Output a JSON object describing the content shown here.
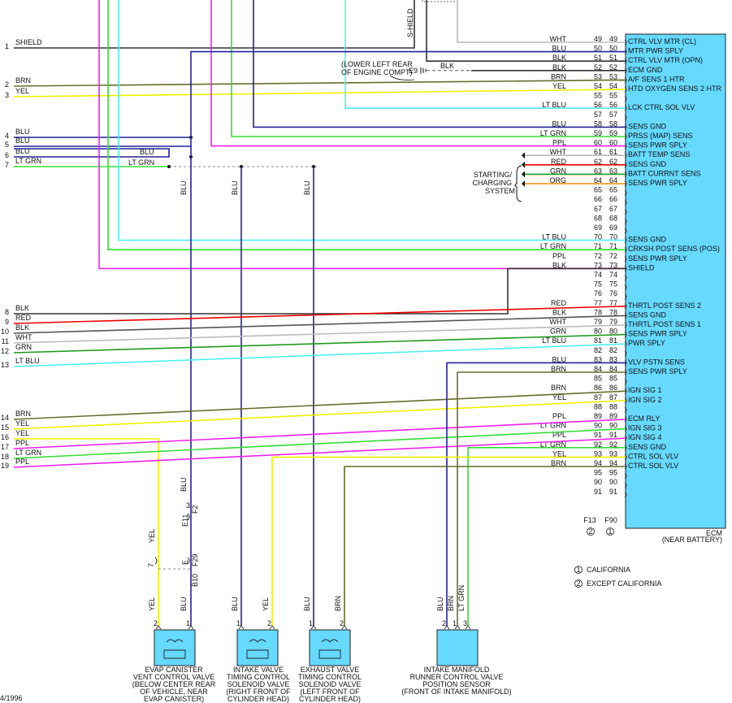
{
  "ecm": {
    "title": "ECM",
    "subtitle": "(NEAR BATTERY)",
    "fill": "#66d9ff",
    "functions": [
      {
        "pin": "49",
        "text": "CTRL VLV MTR (CL)"
      },
      {
        "pin": "50",
        "text": "MTR PWR SPLY"
      },
      {
        "pin": "51",
        "text": "CTRL VLV MTR (OPN)"
      },
      {
        "pin": "52",
        "text": "ECM GND"
      },
      {
        "pin": "53",
        "text": "A/F SENS 1 HTR"
      },
      {
        "pin": "54",
        "text": "HTD OXYGEN SENS 2 HTR"
      },
      {
        "pin": "56",
        "text": "LCK CTRL SOL VLV"
      },
      {
        "pin": "58",
        "text": "SENS GND"
      },
      {
        "pin": "59",
        "text": "PRSS (MAP) SENS"
      },
      {
        "pin": "60",
        "text": "SENS PWR SPLY"
      },
      {
        "pin": "61",
        "text": "BATT TEMP SENS"
      },
      {
        "pin": "62",
        "text": "SENS GND"
      },
      {
        "pin": "63",
        "text": "BATT CURRNT SENS"
      },
      {
        "pin": "64",
        "text": "SENS PWR SPLY"
      },
      {
        "pin": "70",
        "text": "SENS GND"
      },
      {
        "pin": "71",
        "text": "CRKSH POST SENS (POS)"
      },
      {
        "pin": "72",
        "text": "SENS PWR SPLY"
      },
      {
        "pin": "73",
        "text": "SHIELD"
      },
      {
        "pin": "77",
        "text": "THRTL POST SENS 2"
      },
      {
        "pin": "78",
        "text": "SENS GND"
      },
      {
        "pin": "79",
        "text": "THRTL POST SENS 1"
      },
      {
        "pin": "80",
        "text": "SENS PWR SPLY"
      },
      {
        "pin": "81",
        "text": "PWR SPLY"
      },
      {
        "pin": "83",
        "text": "VLV PSTN SENS"
      },
      {
        "pin": "84",
        "text": "SENS PWR SPLY"
      },
      {
        "pin": "86",
        "text": "IGN SIG 1"
      },
      {
        "pin": "87",
        "text": "IGN SIG 2"
      },
      {
        "pin": "89",
        "text": "ECM RLY"
      },
      {
        "pin": "90",
        "text": "IGN SIG 3"
      },
      {
        "pin": "91",
        "text": "IGN SIG 4"
      },
      {
        "pin": "92",
        "text": "SENS GND"
      },
      {
        "pin": "93",
        "text": "CTRL SOL VLV"
      },
      {
        "pin": "94",
        "text": "CTRL SOL VLV"
      }
    ],
    "bottom_pins": [
      "F13",
      "F90"
    ],
    "bottom_notes": [
      "2",
      "1"
    ]
  },
  "pins": [
    {
      "n": "49",
      "wire": "WHT"
    },
    {
      "n": "50",
      "wire": "BLU"
    },
    {
      "n": "51",
      "wire": "BLK"
    },
    {
      "n": "52",
      "wire": "BLK"
    },
    {
      "n": "53",
      "wire": "BRN"
    },
    {
      "n": "54",
      "wire": "YEL"
    },
    {
      "n": "55",
      "wire": ""
    },
    {
      "n": "56",
      "wire": "LT BLU"
    },
    {
      "n": "57",
      "wire": ""
    },
    {
      "n": "58",
      "wire": "BLU"
    },
    {
      "n": "59",
      "wire": "LT GRN"
    },
    {
      "n": "60",
      "wire": "PPL"
    },
    {
      "n": "61",
      "wire": "WHT"
    },
    {
      "n": "62",
      "wire": "RED"
    },
    {
      "n": "63",
      "wire": "GRN"
    },
    {
      "n": "64",
      "wire": "ORG"
    },
    {
      "n": "65",
      "wire": ""
    },
    {
      "n": "66",
      "wire": ""
    },
    {
      "n": "67",
      "wire": ""
    },
    {
      "n": "68",
      "wire": ""
    },
    {
      "n": "69",
      "wire": ""
    },
    {
      "n": "70",
      "wire": "LT BLU"
    },
    {
      "n": "71",
      "wire": "LT GRN"
    },
    {
      "n": "72",
      "wire": "PPL"
    },
    {
      "n": "73",
      "wire": "BLK"
    },
    {
      "n": "74",
      "wire": ""
    },
    {
      "n": "75",
      "wire": ""
    },
    {
      "n": "76",
      "wire": ""
    },
    {
      "n": "77",
      "wire": "RED"
    },
    {
      "n": "78",
      "wire": "BLK"
    },
    {
      "n": "79",
      "wire": "WHT"
    },
    {
      "n": "80",
      "wire": "GRN"
    },
    {
      "n": "81",
      "wire": "LT BLU"
    },
    {
      "n": "82",
      "wire": ""
    },
    {
      "n": "83",
      "wire": "BLU"
    },
    {
      "n": "84",
      "wire": "BRN"
    },
    {
      "n": "85",
      "wire": ""
    },
    {
      "n": "86",
      "wire": "BRN"
    },
    {
      "n": "87",
      "wire": "YEL"
    },
    {
      "n": "88",
      "wire": ""
    },
    {
      "n": "89",
      "wire": "PPL"
    },
    {
      "n": "90",
      "wire": "LT GRN"
    },
    {
      "n": "91",
      "wire": "PPL"
    },
    {
      "n": "92",
      "wire": "LT GRN"
    },
    {
      "n": "93",
      "wire": "YEL"
    },
    {
      "n": "94",
      "wire": "BRN"
    },
    {
      "n": "95",
      "wire": ""
    },
    {
      "n": "90",
      "wire": ""
    },
    {
      "n": "91",
      "wire": ""
    }
  ],
  "left_edge": [
    {
      "n": "1",
      "label": "SHIELD"
    },
    {
      "n": "2",
      "label": "BRN"
    },
    {
      "n": "3",
      "label": "YEL"
    },
    {
      "n": "4",
      "label": "BLU"
    },
    {
      "n": "5",
      "label": "BLU"
    },
    {
      "n": "6",
      "label": "BLU"
    },
    {
      "n": "7",
      "label": "LT GRN"
    },
    {
      "n": "8",
      "label": "BLK"
    },
    {
      "n": "9",
      "label": "RED"
    },
    {
      "n": "10",
      "label": "BLK"
    },
    {
      "n": "11",
      "label": "WHT"
    },
    {
      "n": "12",
      "label": "GRN"
    },
    {
      "n": "13",
      "label": "LT BLU"
    },
    {
      "n": "14",
      "label": "BRN"
    },
    {
      "n": "15",
      "label": "YEL"
    },
    {
      "n": "16",
      "label": "YEL"
    },
    {
      "n": "17",
      "label": "PPL"
    },
    {
      "n": "18",
      "label": "LT GRN"
    },
    {
      "n": "19",
      "label": "PPL"
    }
  ],
  "labels": {
    "shield_top": "S-HIELD",
    "ground_note_1": "(LOWER LEFT REAR",
    "ground_note_2": "OF ENGINE COMPT)",
    "ground_id": "E9",
    "ground_wire": "BLK",
    "starting_1": "STARTING/",
    "starting_2": "CHARGING",
    "starting_3": "SYSTEM",
    "mid_blu": "BLU",
    "mid_ltgrn": "LT GRN",
    "vert_blu": "BLU",
    "conn_e11": "E11",
    "conn_f2": "F2",
    "conn_f29": "F29",
    "conn_b10": "B10",
    "conn_3": "3",
    "conn_7": "7",
    "conn_e": "E",
    "wire_yel": "YEL",
    "wire_blu": "BLU",
    "wire_brn": "BRN",
    "wire_ltgrn": "LT GRN",
    "date": "4/1996"
  },
  "legend": [
    {
      "num": "1",
      "text": "CALIFORNIA"
    },
    {
      "num": "2",
      "text": "EXCEPT CALIFORNIA"
    }
  ],
  "components": [
    {
      "pins": [
        "2",
        "1"
      ],
      "lines": [
        "EVAP CANISTER",
        "VENT CONTROL VALVE",
        "(BELOW CENTER REAR",
        "OF VEHICLE, NEAR",
        "EVAP CANISTER)"
      ]
    },
    {
      "pins": [
        "1",
        "2"
      ],
      "lines": [
        "INTAKE VALVE",
        "TIMING CONTROL",
        "SOLENOID VALVE",
        "(RIGHT FRONT OF",
        "CYLINDER HEAD)"
      ]
    },
    {
      "pins": [
        "1",
        "2"
      ],
      "lines": [
        "EXHAUST VALVE",
        "TIMING CONTROL",
        "SOLENOID VALVE",
        "(LEFT FRONT OF",
        "CYLINDER HEAD)"
      ]
    },
    {
      "pins": [
        "2",
        "1",
        "3"
      ],
      "lines": [
        "INTAKE MANIFOLD",
        "RUNNER CONTROL VALVE",
        "POSITION SENSOR",
        "(FRONT OF INTAKE MANIFOLD)"
      ]
    }
  ],
  "colors": {
    "BLK": "#333333",
    "WHT": "#bbbbbb",
    "BLU": "#22229a",
    "BRN": "#6b5a1e",
    "YEL": "#f0f000",
    "LT BLU": "#4ef0f0",
    "LT GRN": "#33dd33",
    "PPL": "#ee22ee",
    "RED": "#ee0000",
    "GRN": "#1f9a1f",
    "ORG": "#f08a00",
    "OLIVE": "#6b6b2a"
  }
}
